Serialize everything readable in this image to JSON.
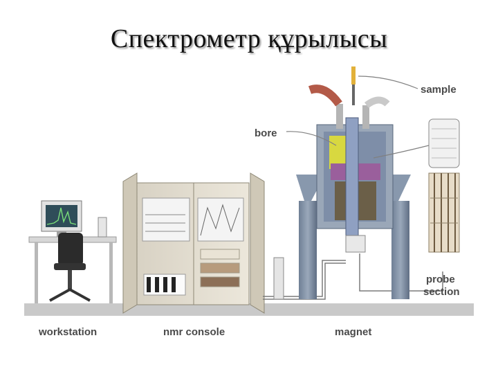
{
  "title": "Спектрометр құрылысы",
  "labels": {
    "sample": "sample",
    "bore": "bore",
    "workstation": "workstation",
    "nmr_console": "nmr console",
    "magnet": "magnet",
    "probe_section_1": "probe",
    "probe_section_2": "section"
  }
}
